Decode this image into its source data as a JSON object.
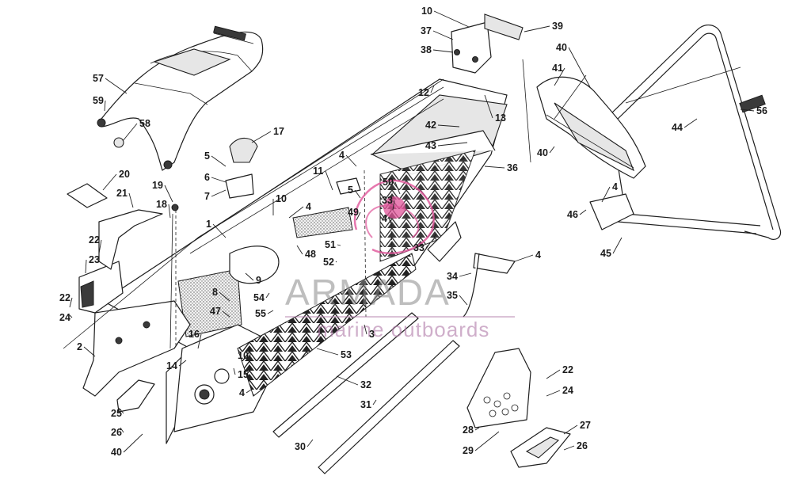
{
  "watermark": {
    "brand": "ARMADA",
    "sub": "marine outboards",
    "logo_color": "#e0559a"
  },
  "callouts": [
    {
      "id": "10"
    },
    {
      "id": "37"
    },
    {
      "id": "38"
    },
    {
      "id": "39"
    },
    {
      "id": "40"
    },
    {
      "id": "41"
    },
    {
      "id": "57"
    },
    {
      "id": "59"
    },
    {
      "id": "58"
    },
    {
      "id": "12"
    },
    {
      "id": "13"
    },
    {
      "id": "42"
    },
    {
      "id": "43"
    },
    {
      "id": "17"
    },
    {
      "id": "44"
    },
    {
      "id": "56"
    },
    {
      "id": "40"
    },
    {
      "id": "5"
    },
    {
      "id": "4"
    },
    {
      "id": "36"
    },
    {
      "id": "20"
    },
    {
      "id": "6"
    },
    {
      "id": "11"
    },
    {
      "id": "50"
    },
    {
      "id": "4"
    },
    {
      "id": "19"
    },
    {
      "id": "7"
    },
    {
      "id": "5"
    },
    {
      "id": "21"
    },
    {
      "id": "10"
    },
    {
      "id": "33"
    },
    {
      "id": "18"
    },
    {
      "id": "4"
    },
    {
      "id": "49"
    },
    {
      "id": "4"
    },
    {
      "id": "46"
    },
    {
      "id": "1"
    },
    {
      "id": "22"
    },
    {
      "id": "48"
    },
    {
      "id": "33"
    },
    {
      "id": "51"
    },
    {
      "id": "45"
    },
    {
      "id": "23"
    },
    {
      "id": "9"
    },
    {
      "id": "52"
    },
    {
      "id": "4"
    },
    {
      "id": "34"
    },
    {
      "id": "8"
    },
    {
      "id": "54"
    },
    {
      "id": "35"
    },
    {
      "id": "22"
    },
    {
      "id": "24"
    },
    {
      "id": "47"
    },
    {
      "id": "55"
    },
    {
      "id": "16"
    },
    {
      "id": "3"
    },
    {
      "id": "2"
    },
    {
      "id": "10"
    },
    {
      "id": "53"
    },
    {
      "id": "14"
    },
    {
      "id": "15"
    },
    {
      "id": "22"
    },
    {
      "id": "32"
    },
    {
      "id": "4"
    },
    {
      "id": "24"
    },
    {
      "id": "25"
    },
    {
      "id": "31"
    },
    {
      "id": "27"
    },
    {
      "id": "28"
    },
    {
      "id": "26"
    },
    {
      "id": "26"
    },
    {
      "id": "30"
    },
    {
      "id": "29"
    },
    {
      "id": "40"
    }
  ]
}
